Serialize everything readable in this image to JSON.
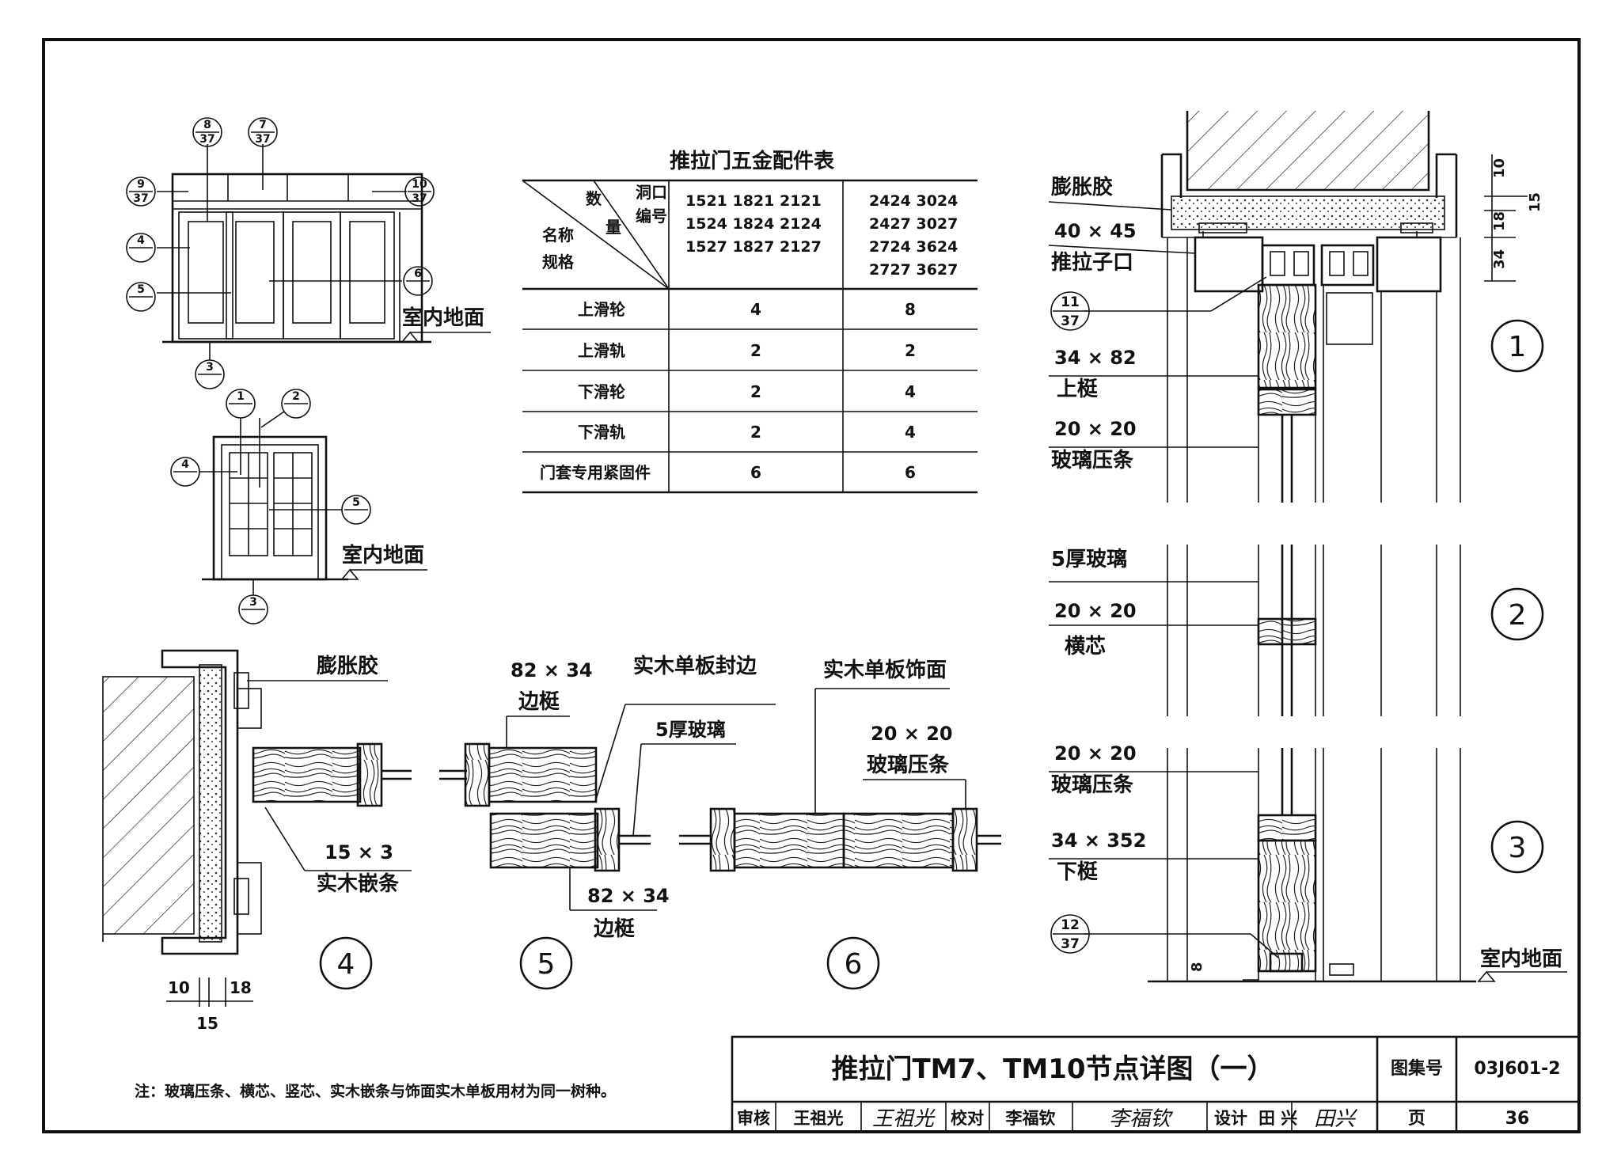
{
  "sheet": {
    "title": "推拉门TM7、TM10节点详图（一）",
    "atlas_label": "图集号",
    "atlas_no": "03J601-2",
    "page_label": "页",
    "page_no": "36",
    "review_label": "审核",
    "reviewer": "王祖光",
    "reviewer_sign": "王祖光",
    "check_label": "校对",
    "checker": "李福钦",
    "checker_sign": "李福钦",
    "design_label": "设计",
    "designer": "田 兴",
    "designer_sign": "田兴",
    "note": "注：玻璃压条、横芯、竖芯、实木嵌条与饰面实木单板用材为同一树种。"
  },
  "table": {
    "title": "推拉门五金配件表",
    "header_left_a": "名称",
    "header_left_b": "规格",
    "header_mid_a": "数",
    "header_mid_b": "量",
    "header_right_a": "洞口",
    "header_right_b": "编号",
    "group1": [
      "1521  1821  2121",
      "1524  1824  2124",
      "1527  1827  2127"
    ],
    "group2": [
      "2424   3024",
      "2427   3027",
      "2724   3624",
      "2727   3627"
    ],
    "rows": [
      {
        "name": "上滑轮",
        "g1": "4",
        "g2": "8"
      },
      {
        "name": "上滑轨",
        "g1": "2",
        "g2": "2"
      },
      {
        "name": "下滑轮",
        "g1": "2",
        "g2": "4"
      },
      {
        "name": "下滑轨",
        "g1": "2",
        "g2": "4"
      },
      {
        "name": "门套专用紧固件",
        "g1": "6",
        "g2": "6"
      }
    ]
  },
  "elevations": {
    "floor_label_top": "室内地面",
    "floor_label_bottom": "室内地面",
    "callouts_top": [
      {
        "n": "8",
        "d": "37"
      },
      {
        "n": "7",
        "d": "37"
      },
      {
        "n": "9",
        "d": "37"
      },
      {
        "n": "10",
        "d": "37"
      },
      {
        "n": "4",
        "d": ""
      },
      {
        "n": "5",
        "d": ""
      },
      {
        "n": "6",
        "d": ""
      },
      {
        "n": "3",
        "d": ""
      }
    ],
    "callouts_bottom": [
      {
        "n": "1",
        "d": ""
      },
      {
        "n": "2",
        "d": ""
      },
      {
        "n": "4",
        "d": ""
      },
      {
        "n": "5",
        "d": ""
      },
      {
        "n": "3",
        "d": ""
      }
    ]
  },
  "details": {
    "d4": {
      "num": "4",
      "l1": "膨胀胶",
      "l2": "15 × 3",
      "l3": "实木嵌条",
      "dim_a": "10",
      "dim_b": "18",
      "dim_c": "15"
    },
    "d5": {
      "num": "5",
      "l1": "82 × 34",
      "l2": "边梃",
      "l3": "实木单板封边",
      "l4": "5厚玻璃",
      "l5": "82 × 34",
      "l6": "边梃"
    },
    "d6": {
      "num": "6",
      "l1": "实木单板饰面",
      "l2": "20 × 20",
      "l3": "玻璃压条"
    }
  },
  "section": {
    "l_expansion": "膨胀胶",
    "l_4045": "40 × 45",
    "l_sash": "推拉子口",
    "c11_n": "11",
    "c11_d": "37",
    "l_3482": "34 × 82",
    "l_top_rail": "上梃",
    "l_2020a": "20 × 20",
    "l_bead_a": "玻璃压条",
    "l_glass": "5厚玻璃",
    "l_2020b": "20 × 20",
    "l_mullion": "横芯",
    "l_2020c": "20 × 20",
    "l_bead_c": "玻璃压条",
    "l_34352": "34 × 352",
    "l_bottom_rail": "下梃",
    "c12_n": "12",
    "c12_d": "37",
    "l_floor": "室内地面",
    "dim_10": "10",
    "dim_15": "15",
    "dim_18": "18",
    "dim_34": "34",
    "dim_8": "8",
    "n1": "1",
    "n2": "2",
    "n3": "3"
  }
}
